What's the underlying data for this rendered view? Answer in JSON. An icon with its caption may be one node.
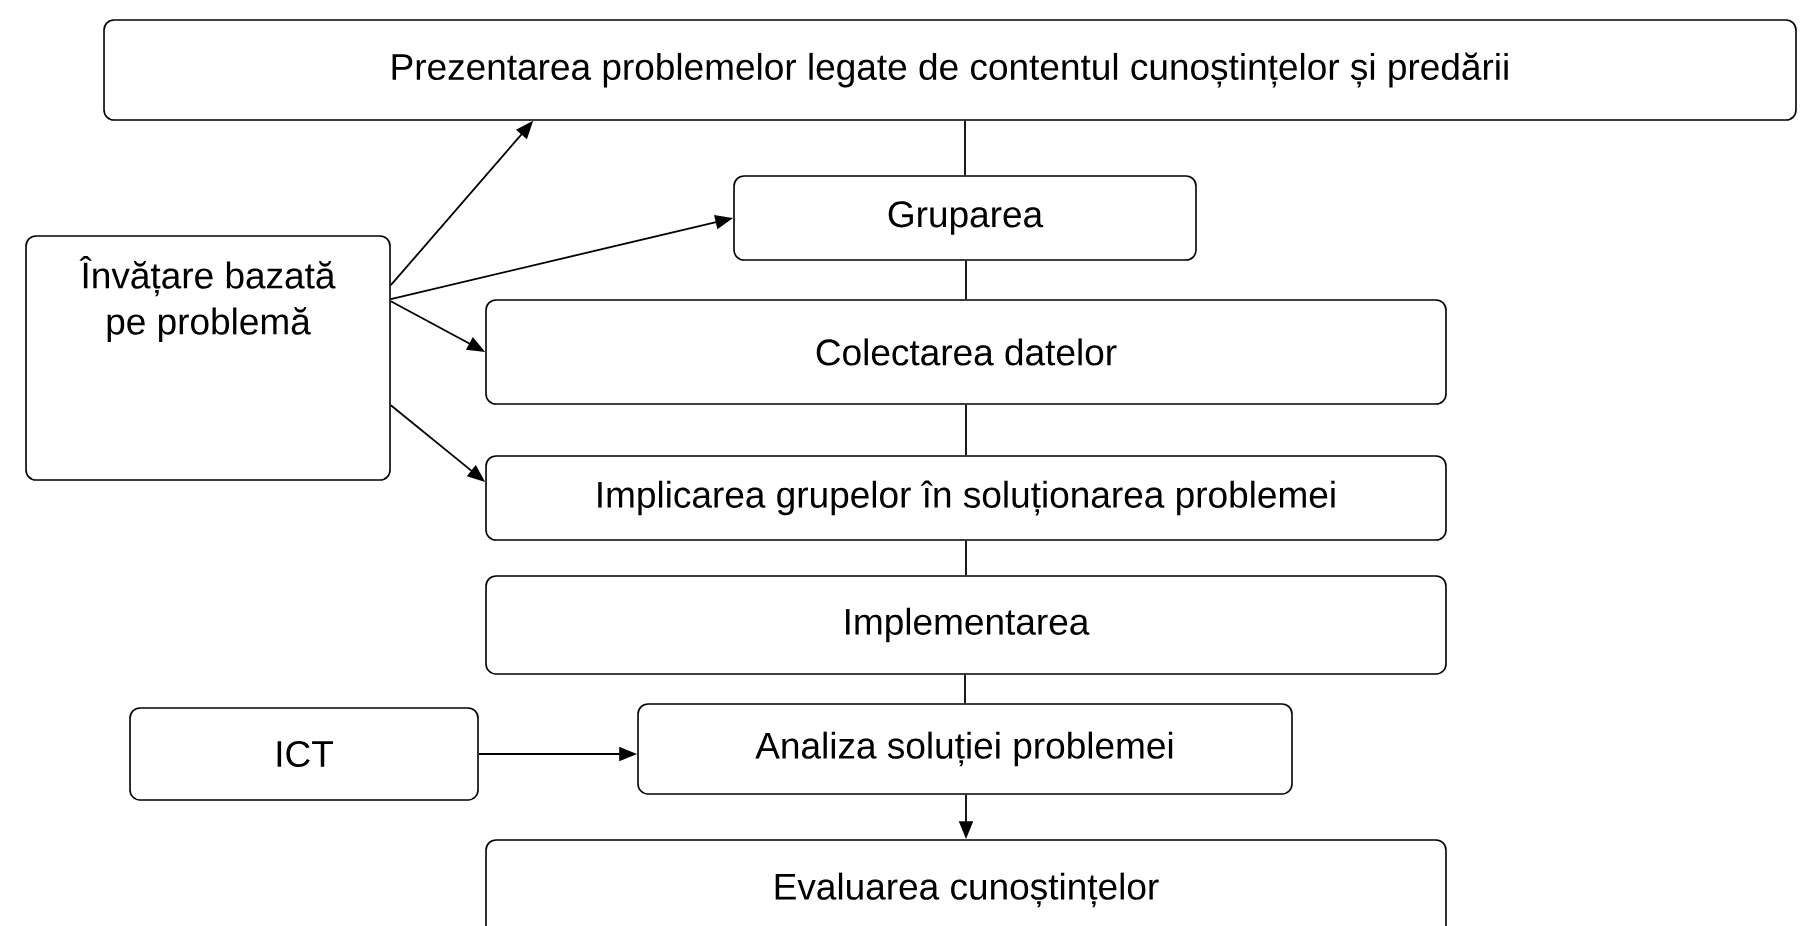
{
  "diagram": {
    "nodes": [
      {
        "text": [
          "Prezentarea problemelor legate de contentul cunoștințelor și predării"
        ]
      },
      {
        "text": [
          "Gruparea"
        ]
      },
      {
        "text": [
          "Colectarea datelor"
        ]
      },
      {
        "text": [
          "Implicarea grupelor în soluționarea problemei"
        ]
      },
      {
        "text": [
          "Implementarea"
        ]
      },
      {
        "text": [
          "Analiza soluției problemei"
        ]
      },
      {
        "text": [
          "Evaluarea cunoștințelor"
        ]
      },
      {
        "text": [
          "Învățare bazată pe problemă"
        ]
      },
      {
        "text": [
          "ICT"
        ]
      }
    ],
    "edges": [
      {
        "from": 0,
        "to": 1,
        "arrow": "none"
      },
      {
        "from": 1,
        "to": 2,
        "arrow": "none"
      },
      {
        "from": 2,
        "to": 3,
        "arrow": "none"
      },
      {
        "from": 3,
        "to": 4,
        "arrow": "none"
      },
      {
        "from": 4,
        "to": 5,
        "arrow": "none"
      },
      {
        "from": 5,
        "to": 6,
        "arrow": "to"
      },
      {
        "from": 7,
        "to": 0,
        "arrow": "to"
      },
      {
        "from": 7,
        "to": 1,
        "arrow": "to"
      },
      {
        "from": 7,
        "to": 2,
        "arrow": "to"
      },
      {
        "from": 7,
        "to": 3,
        "arrow": "to"
      },
      {
        "from": 8,
        "to": 5,
        "arrow": "to"
      }
    ]
  }
}
